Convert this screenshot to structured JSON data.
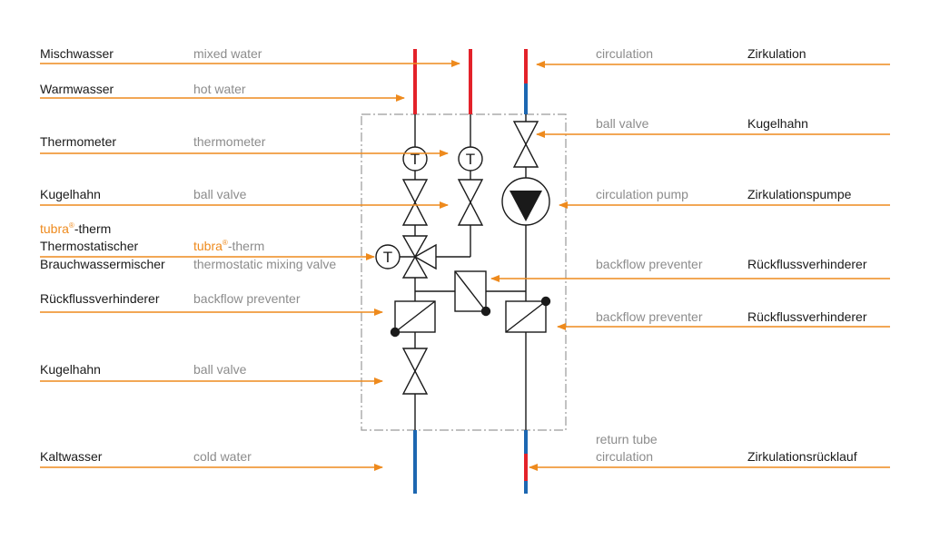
{
  "colors": {
    "arrow": "#ee8a1d",
    "hot": "#e3222a",
    "cold": "#1d67b1",
    "line": "#1a1a1a",
    "frame": "#9a9a9a",
    "text_de": "#1a1a1a",
    "text_en": "#8c8c8c",
    "brand": "#ee8a1d"
  },
  "left_labels": {
    "mixed_water": {
      "de": "Mischwasser",
      "en": "mixed water"
    },
    "hot_water": {
      "de": "Warmwasser",
      "en": "hot water"
    },
    "thermometer": {
      "de": "Thermometer",
      "en": "thermometer"
    },
    "ball_valve_top": {
      "de": "Kugelhahn",
      "en": "ball valve"
    },
    "mixer": {
      "brand": "tubra",
      "reg": "®",
      "brand_suffix": "-therm",
      "de_line1": "Thermostatischer",
      "de_line2": "Brauchwassermischer",
      "en_line2": "thermostatic mixing valve"
    },
    "backflow": {
      "de": "Rückflussverhinderer",
      "en": "backflow preventer"
    },
    "ball_valve_bottom": {
      "de": "Kugelhahn",
      "en": "ball valve"
    },
    "cold_water": {
      "de": "Kaltwasser",
      "en": "cold water"
    }
  },
  "right_labels": {
    "circulation": {
      "en": "circulation",
      "de": "Zirkulation"
    },
    "ball_valve": {
      "en": "ball valve",
      "de": "Kugelhahn"
    },
    "circ_pump": {
      "en": "circulation pump",
      "de": "Zirkulationspumpe"
    },
    "backflow_1": {
      "en": "backflow preventer",
      "de": "Rückflussverhinderer"
    },
    "backflow_2": {
      "en": "backflow preventer",
      "de": "Rückflussverhinderer"
    },
    "return_tube": {
      "en_line1": "return tube",
      "en_line2": "circulation",
      "de": "Zirkulationsrücklauf"
    }
  },
  "symbols": {
    "thermometer_glyph": "T"
  }
}
